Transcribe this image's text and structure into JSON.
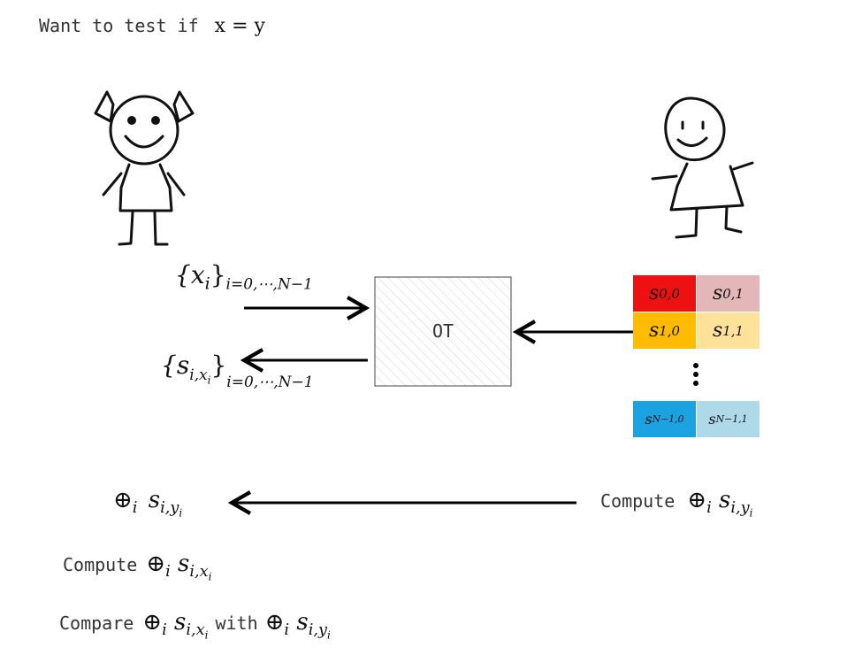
{
  "header": {
    "prefix": "Want to test if",
    "equation": "x = y"
  },
  "center_box": {
    "label": "OT"
  },
  "left_input": {
    "base": "{x",
    "index": "i",
    "close": "}",
    "range": "i=0,⋯,N−1"
  },
  "left_output": {
    "base": "{s",
    "index": "i,x",
    "sub2": "i",
    "close": "}",
    "range": "i=0,⋯,N−1"
  },
  "table": {
    "rows": [
      {
        "left": "s",
        "left_sub": "0,0",
        "right": "s",
        "right_sub": "0,1"
      },
      {
        "left": "s",
        "left_sub": "1,0",
        "right": "s",
        "right_sub": "1,1"
      },
      {
        "left": "s",
        "left_sub": "N−1,0",
        "right": "s",
        "right_sub": "N−1,1"
      }
    ],
    "colors": {
      "row0_left": "#ee1111",
      "row0_right": "#e3b7b7",
      "row1_left": "#ffbb00",
      "row1_right": "#ffe29a",
      "rowN_left": "#1aa3e0",
      "rowN_right": "#add9e8"
    }
  },
  "bottom": {
    "left_expr": "⊕",
    "left_expr_sub": "i",
    "left_expr_term": "s",
    "left_expr_term_sub": "i,y",
    "left_expr_term_sub2": "i",
    "compute_label": "Compute",
    "compute_expr": "⊕",
    "compute_expr_sub": "i",
    "compute_term": "s",
    "compute_term_sub": "i,y",
    "compute_term_sub2": "i",
    "compute2_label": "Compute",
    "compute2_expr": "⊕",
    "compute2_expr_sub": "i",
    "compute2_term": "s",
    "compute2_term_sub": "i,x",
    "compute2_term_sub2": "i",
    "compare_label": "Compare",
    "compare_with": "with",
    "compare_a": "⊕",
    "compare_a_sub": "i",
    "compare_a_term": "s",
    "compare_a_term_sub": "i,x",
    "compare_a_term_sub2": "i",
    "compare_b": "⊕",
    "compare_b_sub": "i",
    "compare_b_term": "s",
    "compare_b_term_sub": "i,y",
    "compare_b_term_sub2": "i"
  }
}
